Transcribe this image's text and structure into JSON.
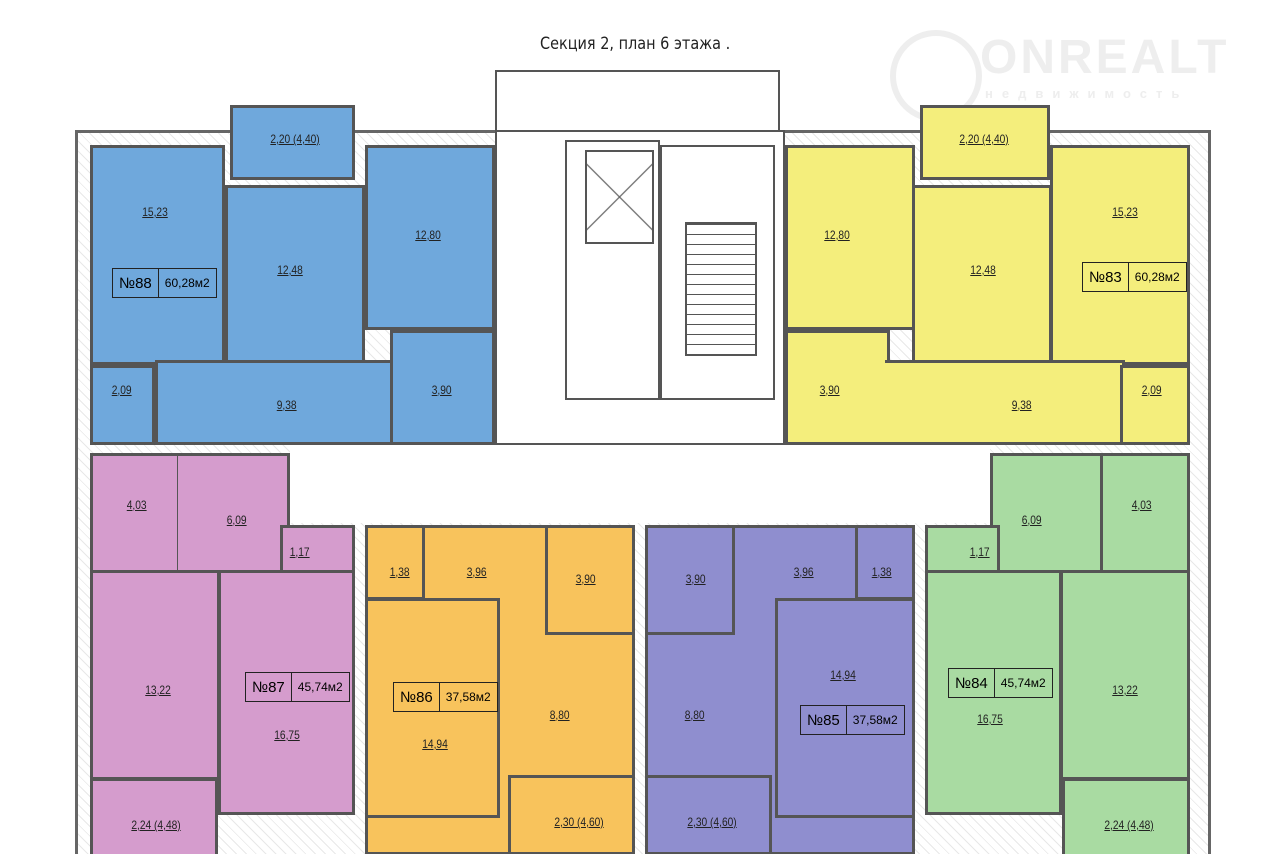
{
  "title": "Секция 2, план 6 этажа .",
  "watermark": {
    "brand": "ONREALT",
    "sub": "недвижимость"
  },
  "colors": {
    "apt88": "#6fa8dc",
    "apt83": "#f4ee7c",
    "apt87": "#d59ccd",
    "apt86": "#f8c35c",
    "apt85": "#8f8ecf",
    "apt84": "#a9dba2"
  },
  "apartments": {
    "a88": {
      "number": "№88",
      "area": "60,28м2",
      "rooms": [
        "15,23",
        "12,48",
        "12,80",
        "2,20 (4,40)",
        "2,09",
        "9,38",
        "3,90"
      ]
    },
    "a83": {
      "number": "№83",
      "area": "60,28м2",
      "rooms": [
        "12,80",
        "12,48",
        "15,23",
        "2,20 (4,40)",
        "3,90",
        "9,38",
        "2,09"
      ]
    },
    "a87": {
      "number": "№87",
      "area": "45,74м2",
      "rooms": [
        "4,03",
        "6,09",
        "1,17",
        "13,22",
        "16,75",
        "2,24 (4,48)"
      ]
    },
    "a86": {
      "number": "№86",
      "area": "37,58м2",
      "rooms": [
        "1,38",
        "3,96",
        "3,90",
        "14,94",
        "8,80",
        "2,30 (4,60)"
      ]
    },
    "a85": {
      "number": "№85",
      "area": "37,58м2",
      "rooms": [
        "3,90",
        "3,96",
        "1,38",
        "8,80",
        "14,94",
        "2,30 (4,60)"
      ]
    },
    "a84": {
      "number": "№84",
      "area": "45,74м2",
      "rooms": [
        "6,09",
        "4,03",
        "1,17",
        "16,75",
        "13,22",
        "2,24 (4,48)"
      ]
    }
  }
}
